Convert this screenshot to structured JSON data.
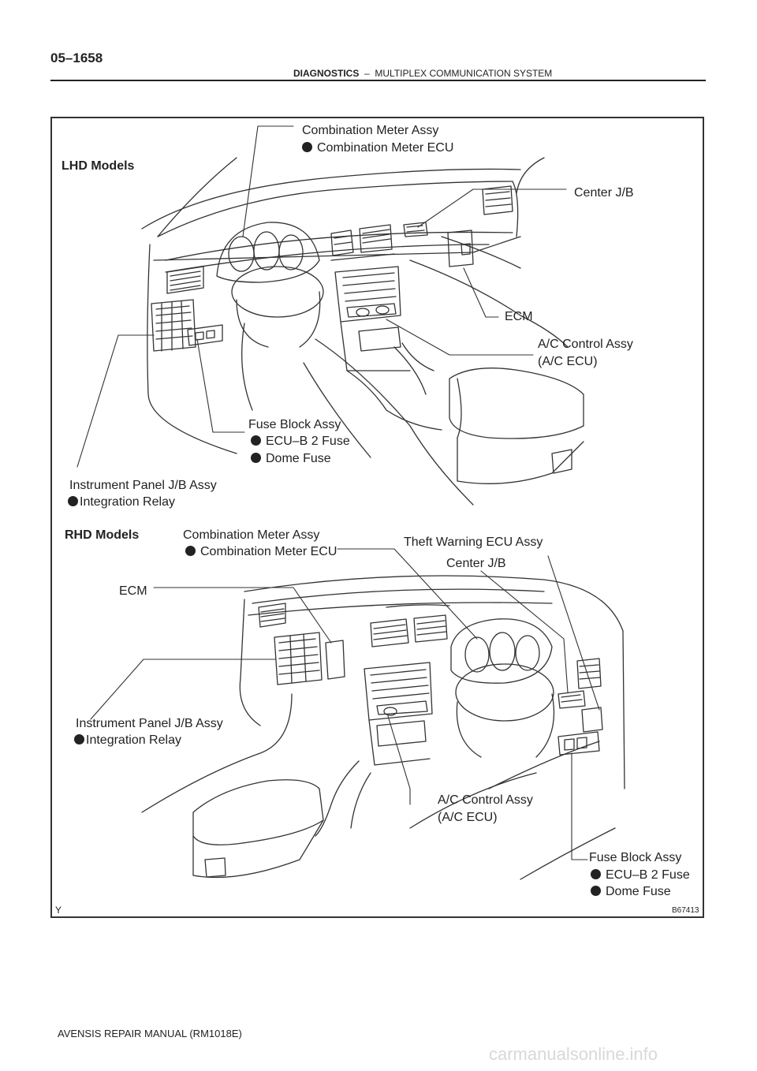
{
  "header": {
    "page_number": "05–1658",
    "section": "DIAGNOSTICS",
    "separator": "–",
    "subsection": "MULTIPLEX COMMUNICATION SYSTEM"
  },
  "lhd": {
    "heading": "LHD Models",
    "combination_meter": "Combination Meter Assy",
    "combination_meter_ecu": "Combination Meter ECU",
    "center_jb": "Center J/B",
    "ecm": "ECM",
    "ac_control": "A/C Control Assy",
    "ac_ecu": "(A/C ECU)",
    "fuse_block": "Fuse Block Assy",
    "ecu_b2_fuse": "ECU–B 2 Fuse",
    "dome_fuse": "Dome Fuse",
    "instrument_panel_jb": "Instrument Panel J/B Assy",
    "integration_relay": "Integration Relay"
  },
  "rhd": {
    "heading": "RHD Models",
    "combination_meter": "Combination Meter Assy",
    "combination_meter_ecu": "Combination Meter ECU",
    "theft_warning": "Theft Warning ECU Assy",
    "center_jb": "Center J/B",
    "ecm": "ECM",
    "instrument_panel_jb": "Instrument Panel J/B Assy",
    "integration_relay": "Integration Relay",
    "ac_control": "A/C Control Assy",
    "ac_ecu": "(A/C ECU)",
    "fuse_block": "Fuse Block Assy",
    "ecu_b2_fuse": "ECU–B 2 Fuse",
    "dome_fuse": "Dome Fuse"
  },
  "figure": {
    "corner_mark": "Y",
    "code": "B67413"
  },
  "footer": {
    "manual": "AVENSIS REPAIR MANUAL   (RM1018E)",
    "watermark": "carmanualsonline.info"
  }
}
